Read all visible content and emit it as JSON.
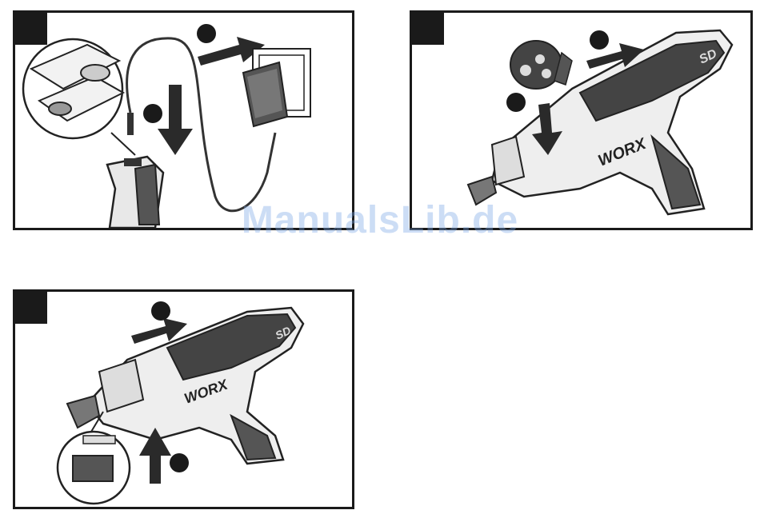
{
  "watermark": {
    "text": "ManualsLib.de",
    "color": "#78a5e6"
  },
  "panels": [
    {
      "id": "charging",
      "icons": [
        "charger-icon",
        "cable-icon",
        "wall-socket-icon",
        "tool-handle-icon",
        "arrow-icon"
      ]
    },
    {
      "id": "bit-magazine",
      "brand_label": "WORX",
      "model_label": "SD",
      "icons": [
        "bit-magazine-icon",
        "screwdriver-icon",
        "arrow-icon"
      ]
    },
    {
      "id": "magazine-slide",
      "brand_label": "WORX",
      "model_label": "SD",
      "icons": [
        "screwdriver-icon",
        "slider-detail-icon",
        "arrow-icon"
      ]
    }
  ]
}
